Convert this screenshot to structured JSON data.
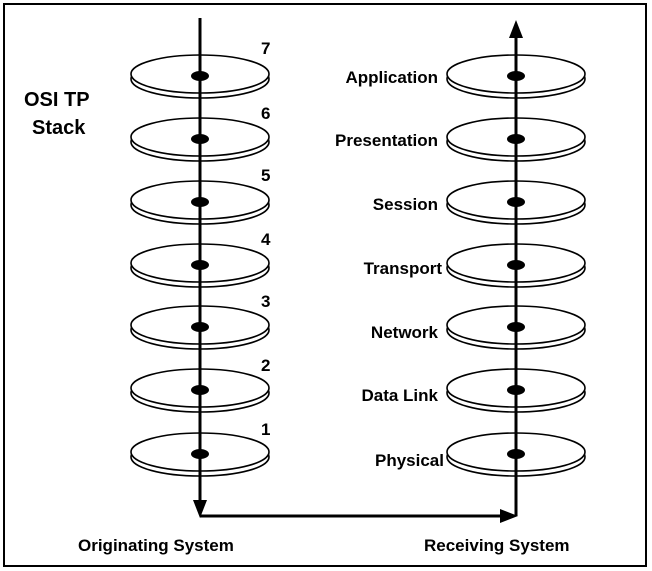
{
  "title": {
    "line1": "OSI TP",
    "line2": "Stack"
  },
  "layer_numbers": [
    "7",
    "6",
    "5",
    "4",
    "3",
    "2",
    "1"
  ],
  "layer_names": [
    "Application",
    "Presentation",
    "Session",
    "Transport",
    "Network",
    "Data Link",
    "Physical"
  ],
  "systems": {
    "originating": "Originating System",
    "receiving": "Receiving System"
  }
}
